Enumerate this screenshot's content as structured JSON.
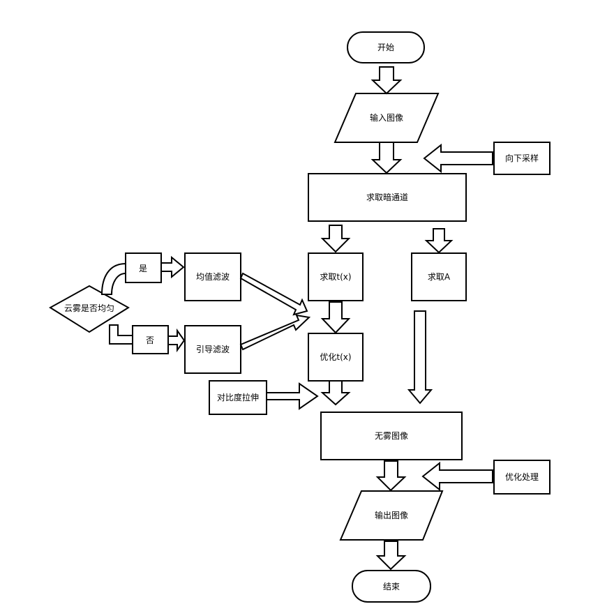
{
  "nodes": {
    "start": "开始",
    "input_image": "输入图像",
    "downsample": "向下采样",
    "dark_channel": "求取暗通道",
    "compute_t": "求取t(x)",
    "compute_a": "求取A",
    "fog_uniform": "云雾是否均匀",
    "yes": "是",
    "no": "否",
    "mean_filter": "均值滤波",
    "guided_filter": "引导滤波",
    "optimize_t": "优化t(x)",
    "contrast_stretch": "对比度拉伸",
    "defog_image": "无雾图像",
    "post_process": "优化处理",
    "output_image": "输出图像",
    "end": "结束"
  }
}
